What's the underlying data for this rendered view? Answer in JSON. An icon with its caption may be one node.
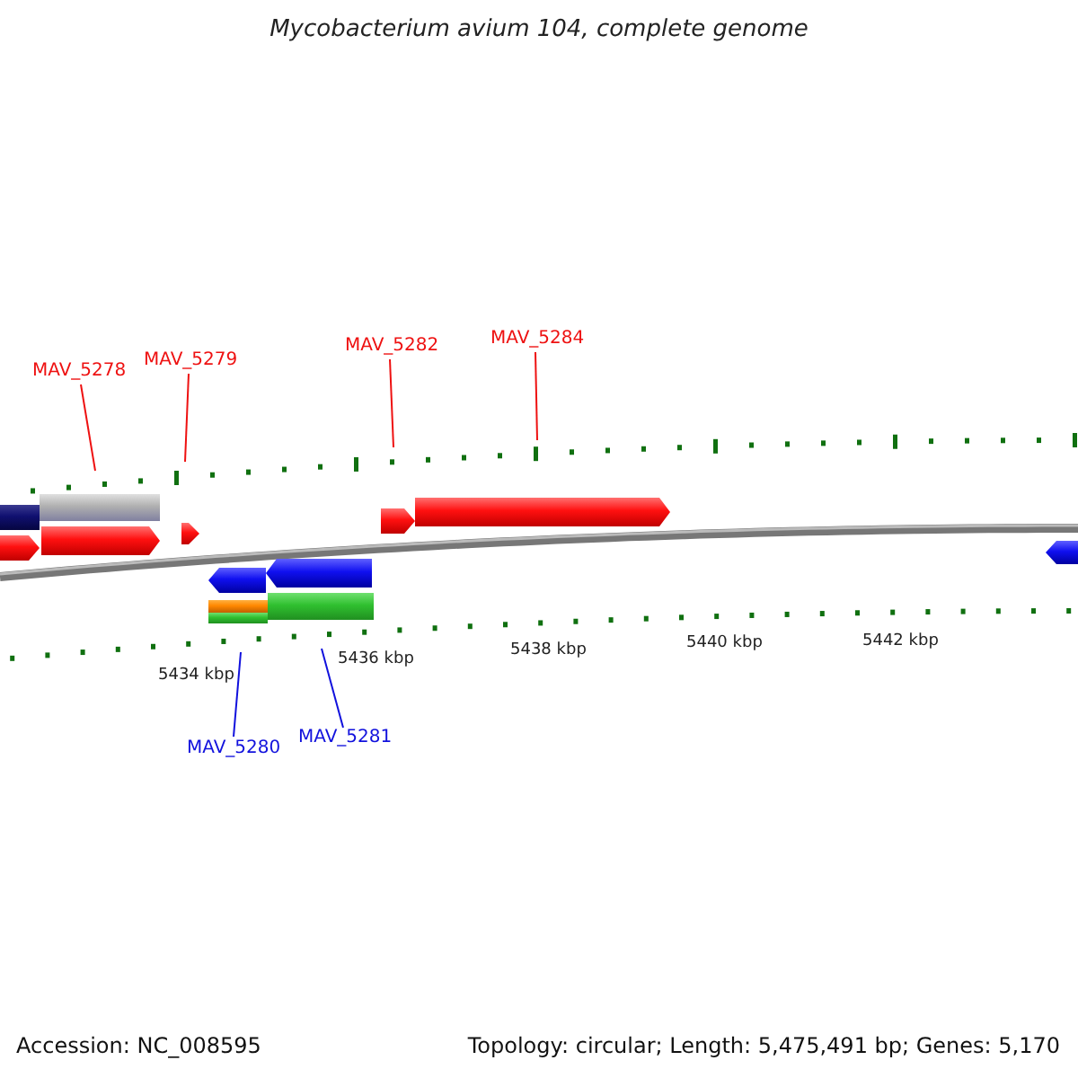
{
  "diagram": {
    "title": "Mycobacterium avium 104, complete genome",
    "nodes": [
      {
        "text": [
          "MAV_5278"
        ]
      },
      {
        "text": [
          "MAV_5279"
        ]
      },
      {
        "text": [
          "MAV_5282"
        ]
      },
      {
        "text": [
          "MAV_5284"
        ]
      },
      {
        "text": [
          "MAV_5280"
        ]
      },
      {
        "text": [
          "MAV_5281"
        ]
      }
    ],
    "edges": [
      {
        "from": 0,
        "to": null,
        "arrow": "none"
      },
      {
        "from": 1,
        "to": null,
        "arrow": "none"
      },
      {
        "from": 2,
        "to": null,
        "arrow": "none"
      },
      {
        "from": 3,
        "to": null,
        "arrow": "none"
      },
      {
        "from": 4,
        "to": null,
        "arrow": "none",
        "color": "#1111dd"
      },
      {
        "from": 5,
        "to": null,
        "arrow": "none",
        "color": "#1111dd"
      }
    ],
    "labels": [
      "5434 kbp",
      "5436 kbp",
      "5438 kbp",
      "5440 kbp",
      "5442 kbp",
      "Accession: NC_008595",
      "Topology: circular; Length: 5,475,491 bp; Genes: 5,170"
    ]
  }
}
